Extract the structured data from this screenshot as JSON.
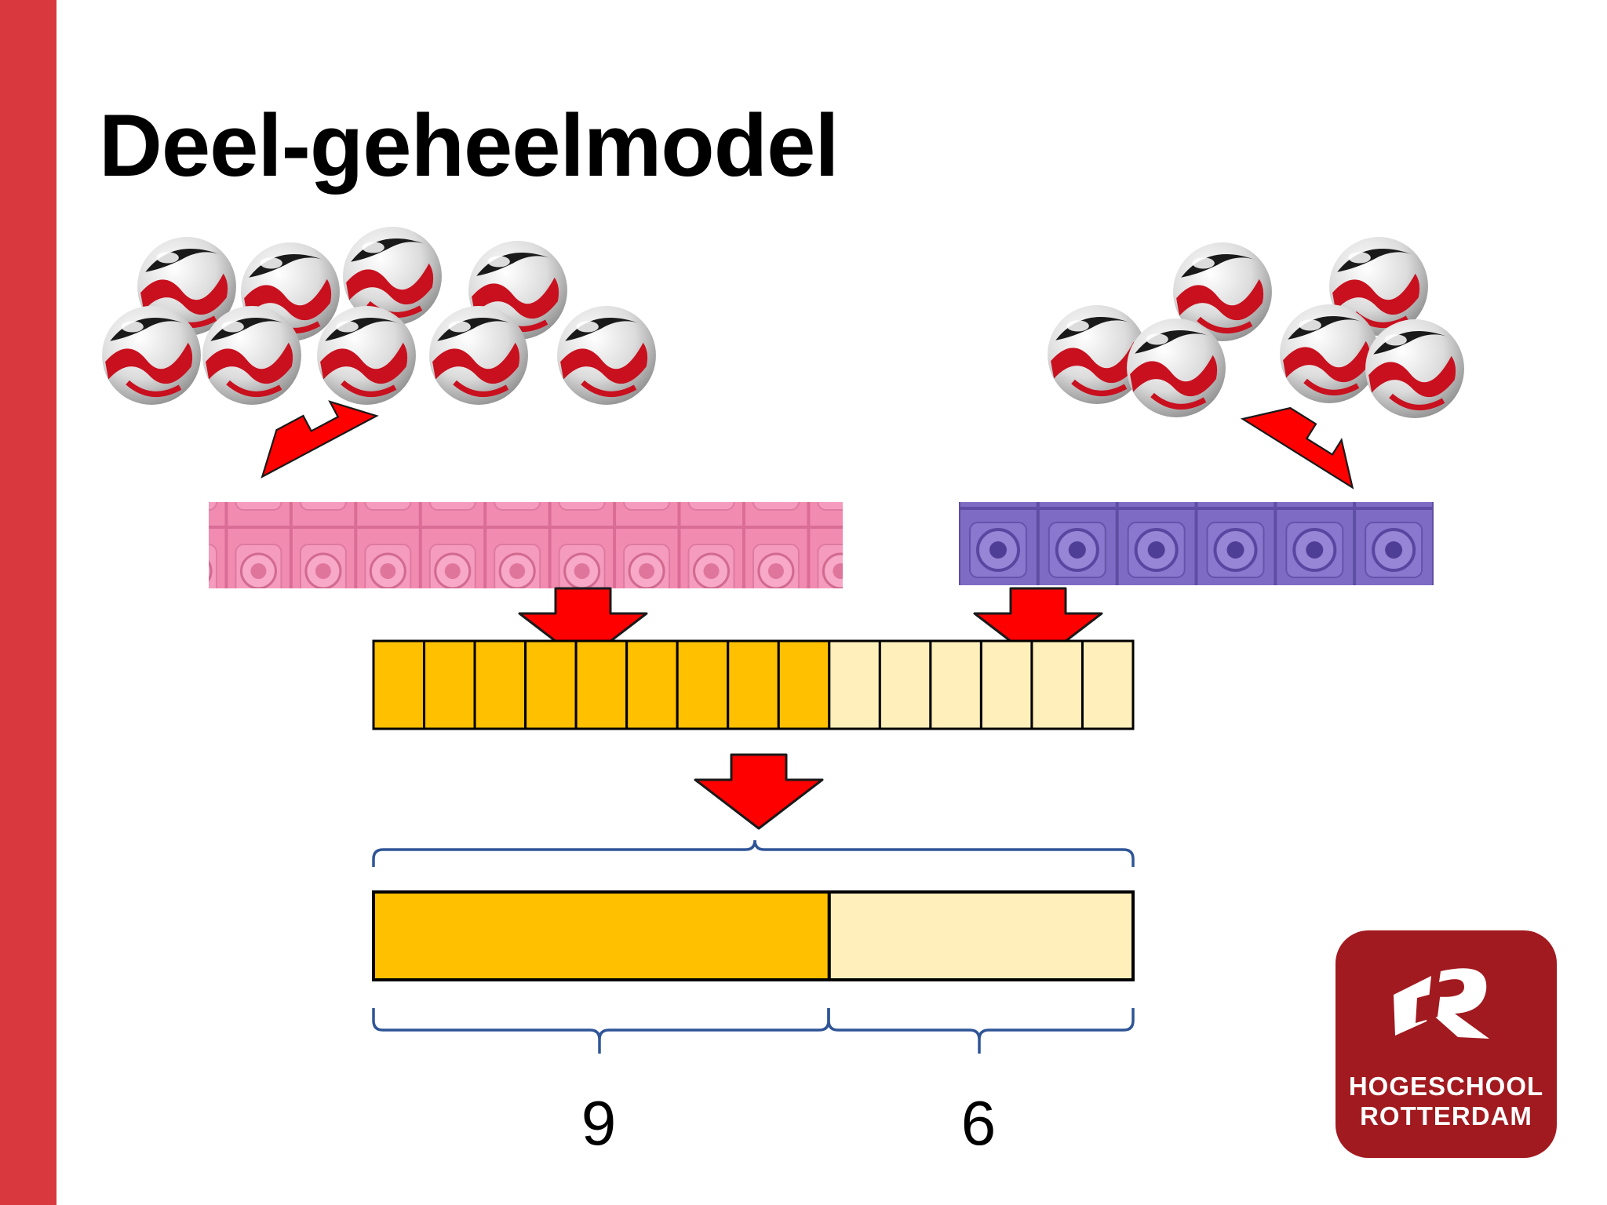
{
  "slide": {
    "title": "Deel-geheelmodel",
    "accent_color": "#d9393e"
  },
  "diagram": {
    "marbles": {
      "left_group_count": 9,
      "right_group_count": 6
    },
    "cubes": {
      "pink_count": 9,
      "purple_count": 6,
      "pink_color": "#f28bb0",
      "purple_color": "#7e6bc4"
    },
    "strip": {
      "dark_cells": 9,
      "light_cells": 6,
      "dark_color": "#ffc000",
      "light_color": "#ffefba"
    },
    "bar": {
      "part_labels": [
        "9",
        "6"
      ]
    },
    "arrow_color": "#ff0000",
    "brace_color": "#2f5597",
    "icons": [
      "marble-icon",
      "linking-cube-icon",
      "arrow-down-icon"
    ]
  },
  "logo": {
    "line1": "HOGESCHOOL",
    "line2": "ROTTERDAM",
    "background": "#a11a1f"
  }
}
